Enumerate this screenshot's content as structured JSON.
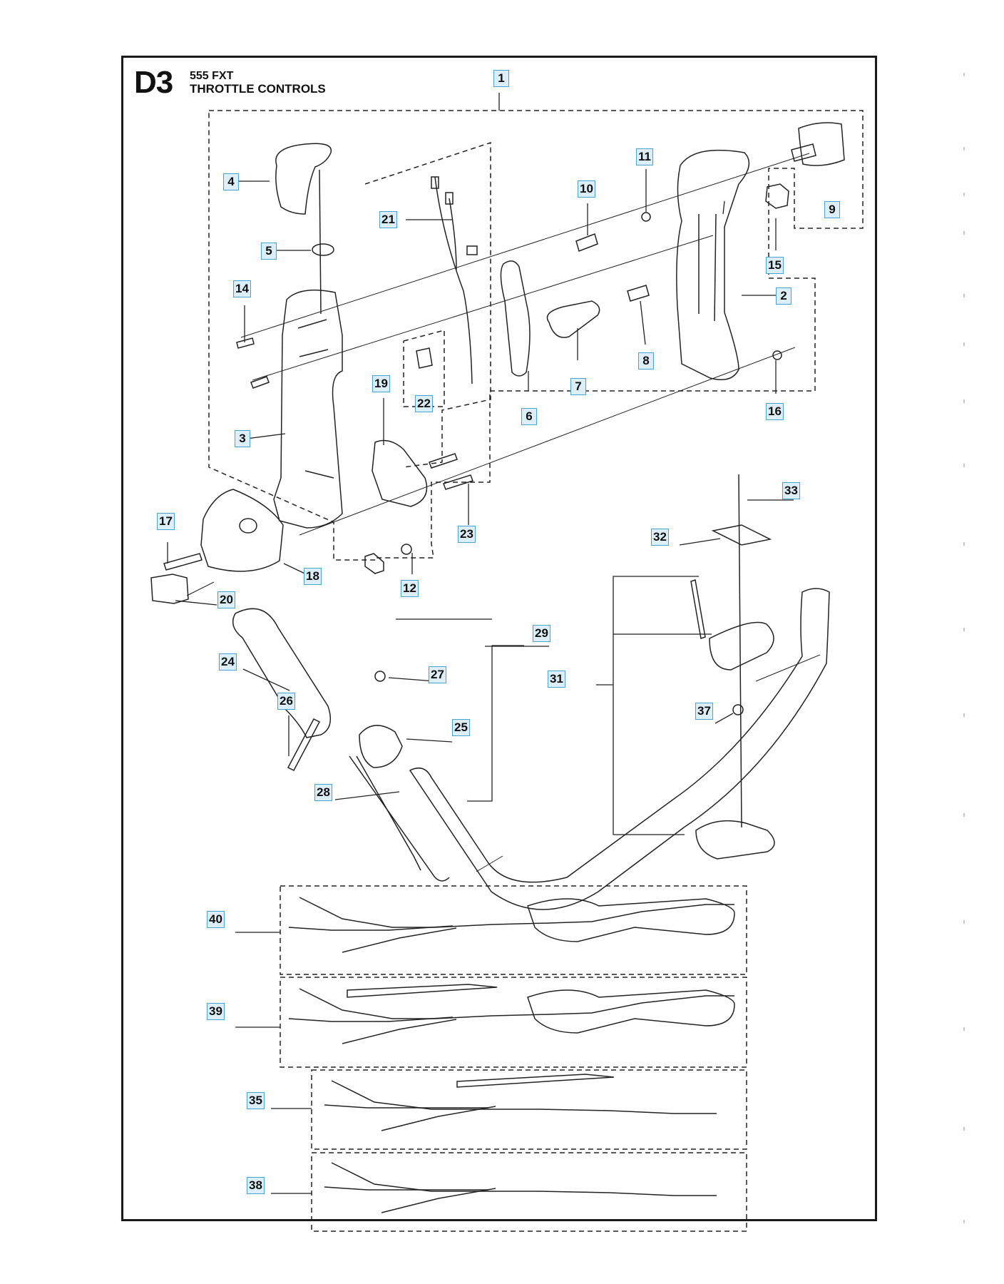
{
  "header": {
    "code": "D3",
    "model": "555 FXT",
    "title": "THROTTLE CONTROLS"
  },
  "parts": [
    {
      "n": "1"
    },
    {
      "n": "2"
    },
    {
      "n": "3"
    },
    {
      "n": "4"
    },
    {
      "n": "5"
    },
    {
      "n": "6"
    },
    {
      "n": "7"
    },
    {
      "n": "8"
    },
    {
      "n": "9"
    },
    {
      "n": "10"
    },
    {
      "n": "11"
    },
    {
      "n": "12"
    },
    {
      "n": "14"
    },
    {
      "n": "15"
    },
    {
      "n": "16"
    },
    {
      "n": "17"
    },
    {
      "n": "18"
    },
    {
      "n": "19"
    },
    {
      "n": "20"
    },
    {
      "n": "21"
    },
    {
      "n": "22"
    },
    {
      "n": "23"
    },
    {
      "n": "24"
    },
    {
      "n": "25"
    },
    {
      "n": "26"
    },
    {
      "n": "27"
    },
    {
      "n": "28"
    },
    {
      "n": "29"
    },
    {
      "n": "31"
    },
    {
      "n": "32"
    },
    {
      "n": "33"
    },
    {
      "n": "35"
    },
    {
      "n": "37"
    },
    {
      "n": "38"
    },
    {
      "n": "39"
    },
    {
      "n": "40"
    }
  ],
  "colors": {
    "callout_fill": "#dceef7",
    "callout_border": "#4aa2cf",
    "line": "#222222"
  }
}
